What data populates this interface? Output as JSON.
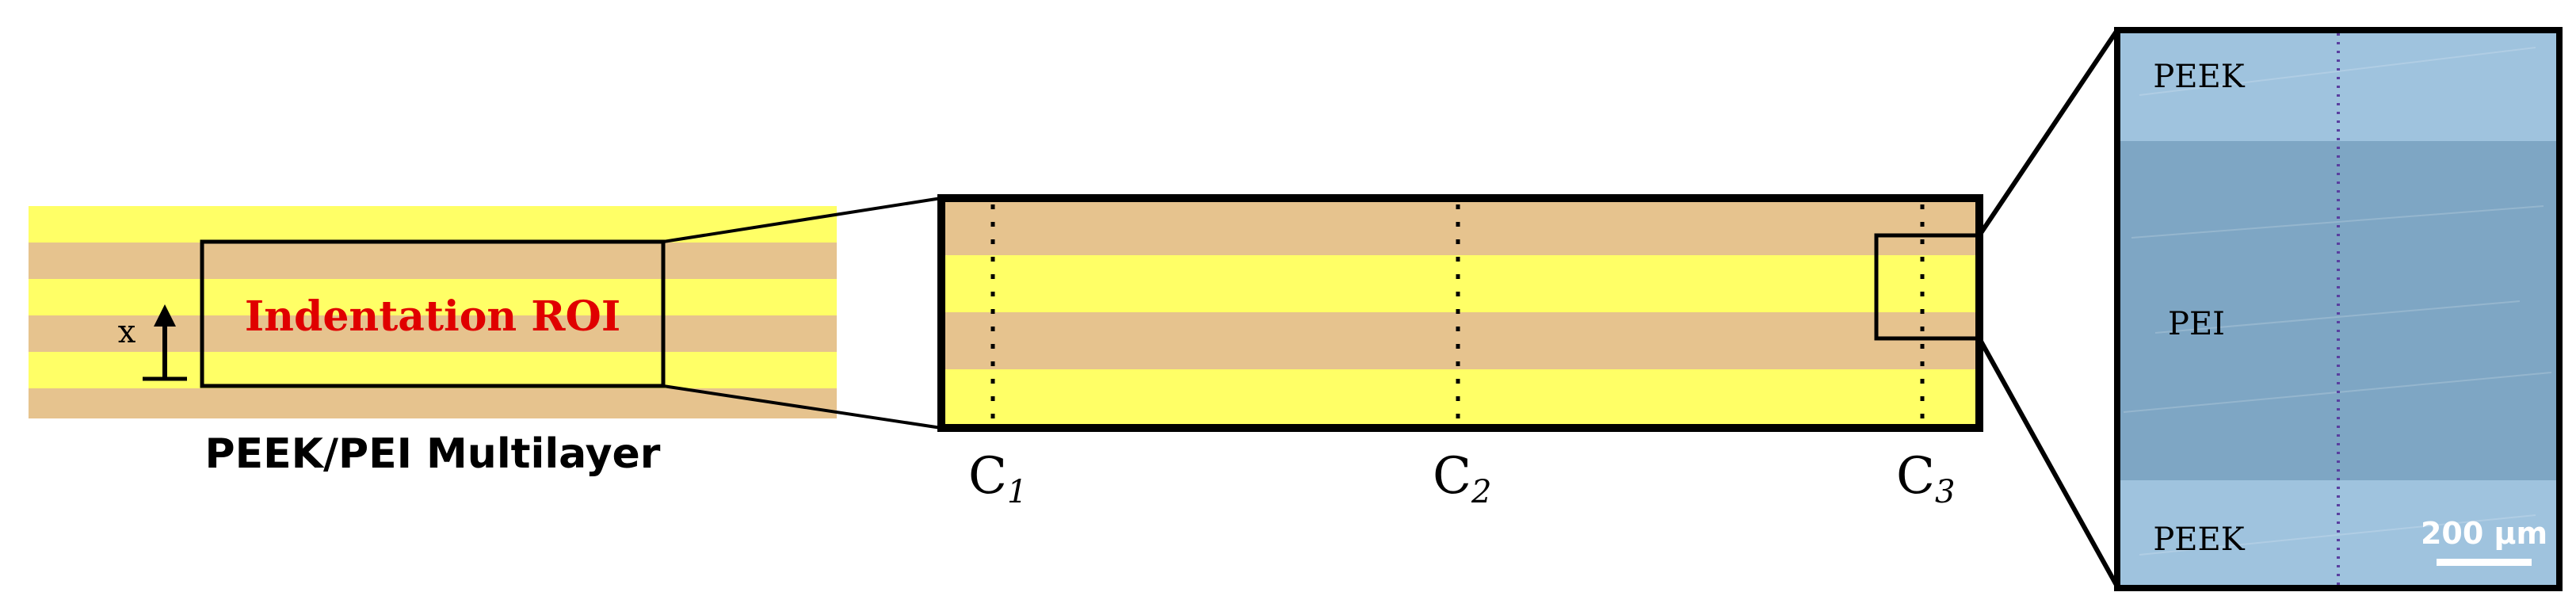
{
  "left_panel": {
    "roi_label": "Indentation ROI",
    "axis_label": "x",
    "caption": "PEEK/PEI Multilayer"
  },
  "middle_panel": {
    "lines": [
      {
        "letter": "C",
        "sub": "1"
      },
      {
        "letter": "C",
        "sub": "2"
      },
      {
        "letter": "C",
        "sub": "3"
      }
    ]
  },
  "micrograph": {
    "layer_top": "PEEK",
    "layer_middle": "PEI",
    "layer_bottom": "PEEK",
    "scale_bar": "200 µm"
  },
  "colors": {
    "peek_layer": "#e6c38e",
    "pei_layer": "#ffff66",
    "roi_text": "#e00000",
    "micro_peek": "#9fc3de",
    "micro_pei": "#7ea6c4",
    "indent_line": "#5a3fa0"
  }
}
